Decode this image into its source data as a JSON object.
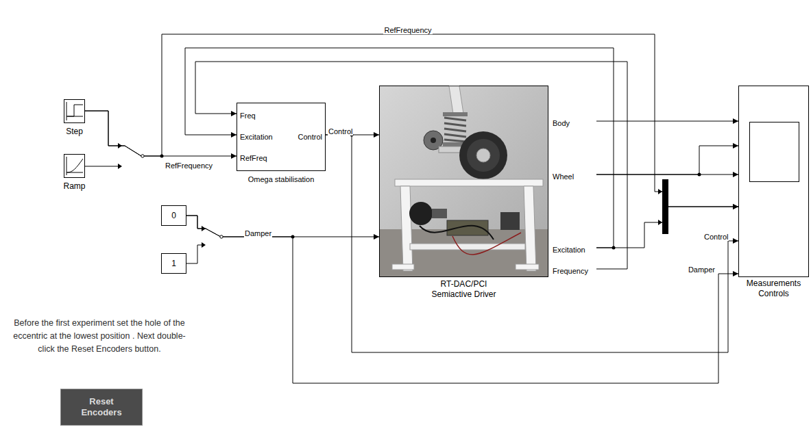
{
  "diagram": {
    "nodes": [
      {
        "text": [
          "Step"
        ]
      },
      {
        "text": [
          "Ramp"
        ]
      },
      {
        "text": [
          "0"
        ]
      },
      {
        "text": [
          "1"
        ]
      },
      {
        "text": [
          "Freq",
          "Excitation",
          "RefFreq",
          "Control",
          "Omega stabilisation"
        ]
      },
      {
        "text": [
          "Body",
          "Wheel",
          "Excitation",
          "Frequency",
          "RT-DAC/PCI Semiactive Driver"
        ]
      },
      {
        "text": [
          "Measurements Controls"
        ]
      },
      {
        "text": [
          "Reset Encoders"
        ]
      }
    ],
    "edges": [
      {
        "from": 0,
        "to": 4,
        "arrow": "to",
        "label": "RefFrequency"
      },
      {
        "from": 0,
        "to": 6,
        "arrow": "to",
        "label": "RefFrequency"
      },
      {
        "from": 2,
        "to": 5,
        "arrow": "to",
        "label": "Damper"
      },
      {
        "from": 2,
        "to": 6,
        "arrow": "to",
        "label": "Damper"
      },
      {
        "from": 4,
        "to": 5,
        "arrow": "to",
        "label": "Control"
      },
      {
        "from": 4,
        "to": 6,
        "arrow": "to",
        "label": "Control"
      },
      {
        "from": 5,
        "to": 4,
        "arrow": "to"
      },
      {
        "from": 5,
        "to": 4,
        "arrow": "to"
      },
      {
        "from": 5,
        "to": 6,
        "arrow": "to"
      },
      {
        "from": 5,
        "to": 6,
        "arrow": "to"
      },
      {
        "from": 5,
        "to": 6,
        "arrow": "to"
      },
      {
        "from": 5,
        "to": 6,
        "arrow": "to"
      }
    ],
    "labels": [
      "Before the first experiment set the hole of the eccentric at the lowest position . Next double-click the Reset Encoders button."
    ]
  }
}
